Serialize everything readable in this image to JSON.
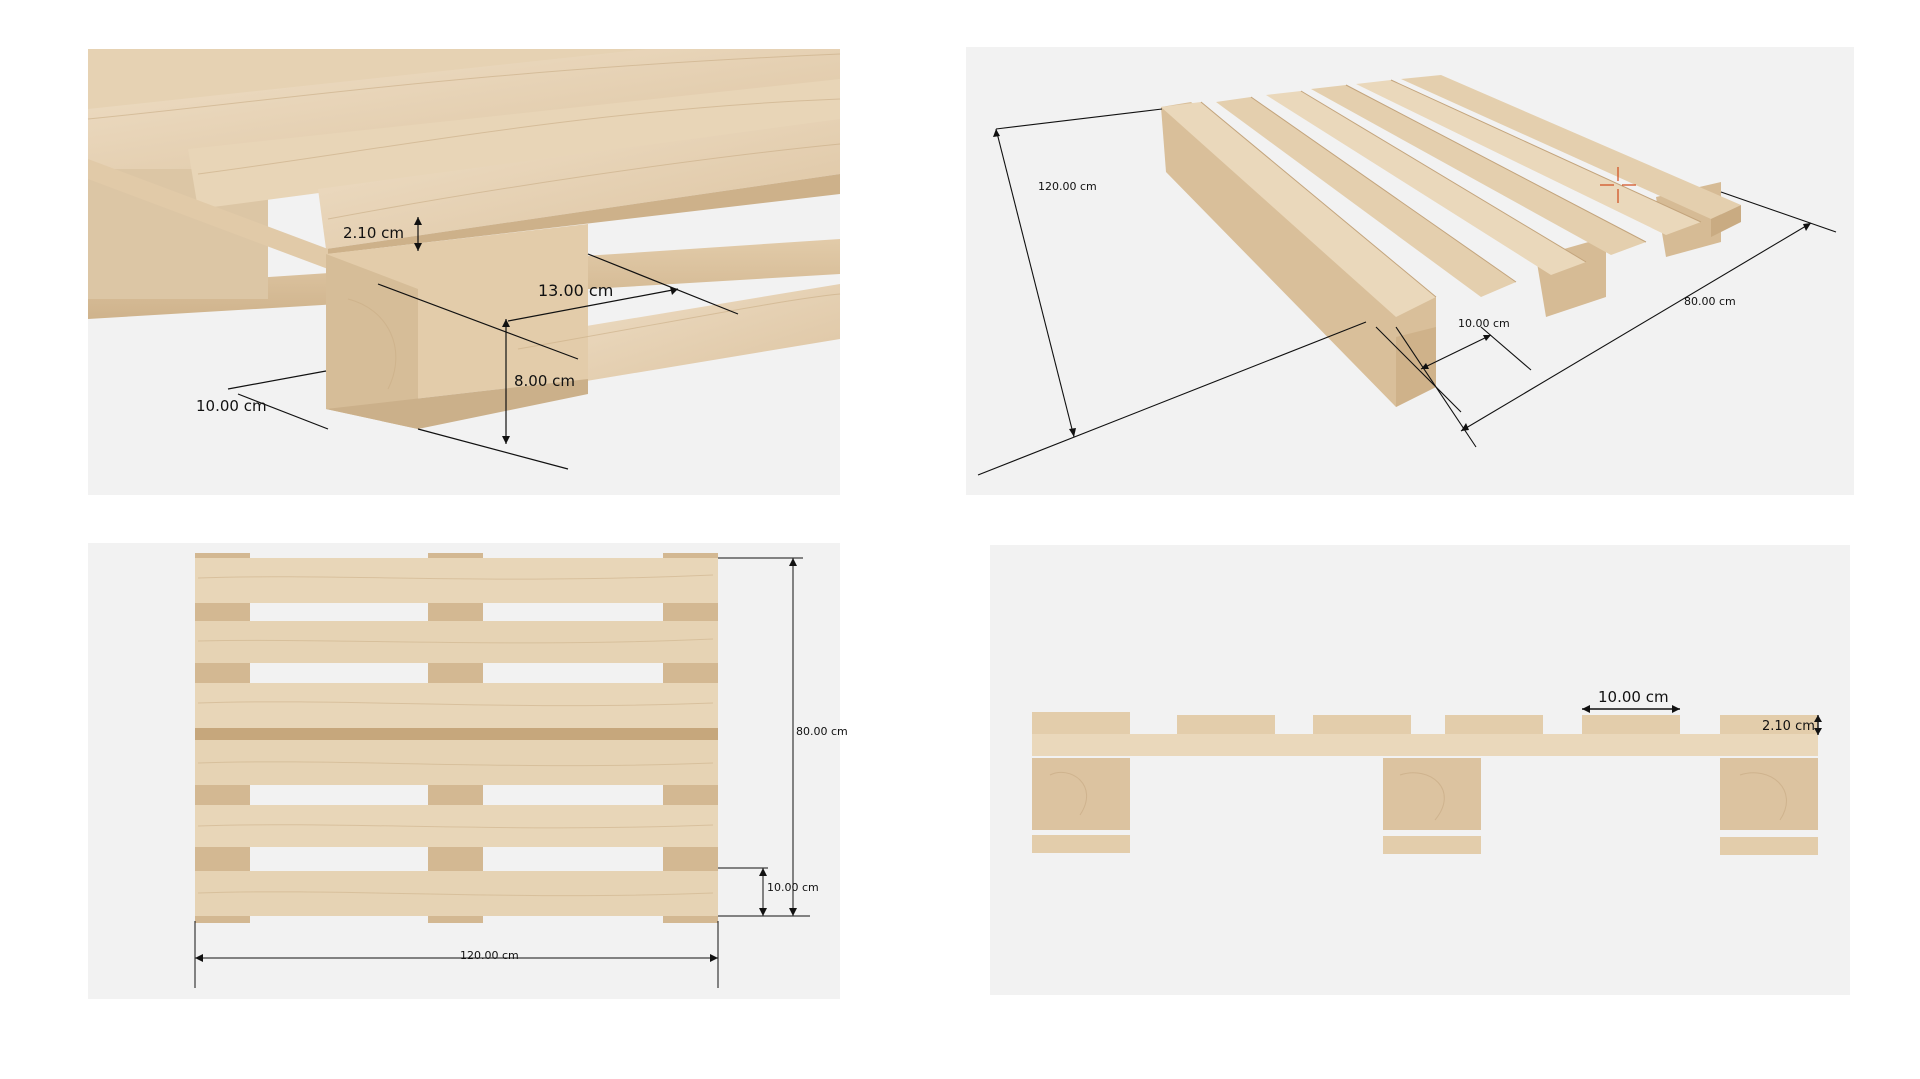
{
  "colors": {
    "background": "#ffffff",
    "panel": "#f2f2f2",
    "wood_light": "#e9d7bd",
    "wood_mid": "#dcc3a0",
    "wood_dark": "#c8aa82",
    "dimension_line": "#111111"
  },
  "views": {
    "detail": {
      "deck_thickness": "2.10 cm",
      "block_length": "13.00 cm",
      "block_width": "10.00 cm",
      "block_height": "8.00 cm"
    },
    "isometric": {
      "length": "120.00 cm",
      "width": "80.00 cm",
      "block_width": "10.00 cm"
    },
    "top": {
      "width": "80.00 cm",
      "board_width": "10.00 cm",
      "length": "120.00 cm"
    },
    "side": {
      "board_width": "10.00 cm",
      "board_thickness": "2.10 cm"
    }
  }
}
